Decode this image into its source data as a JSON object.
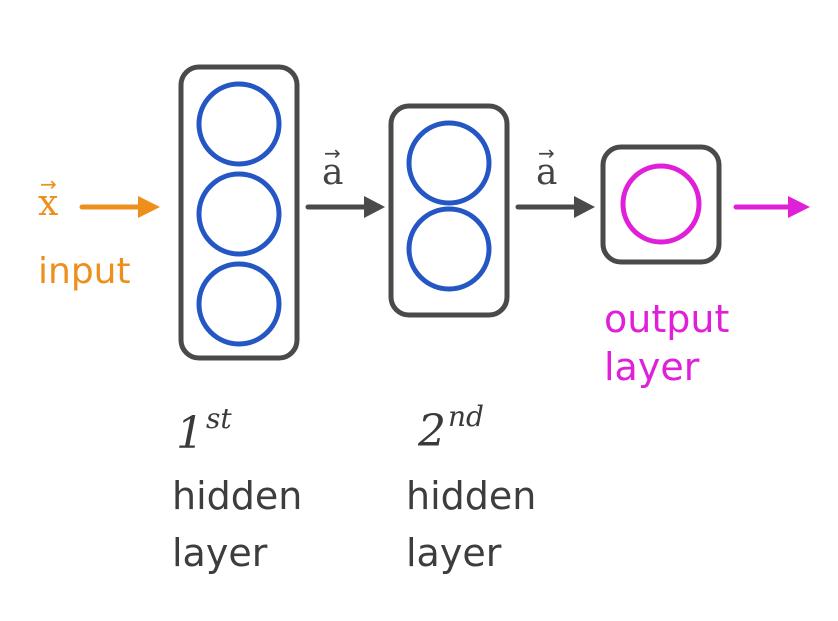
{
  "input": {
    "vector_symbol": "x",
    "label": "input"
  },
  "connections": [
    {
      "vector_symbol": "a"
    },
    {
      "vector_symbol": "a"
    }
  ],
  "hidden_layers": [
    {
      "ordinal_number": "1",
      "ordinal_suffix": "st",
      "label_line1": "hidden",
      "label_line2": "layer",
      "neurons": 3
    },
    {
      "ordinal_number": "2",
      "ordinal_suffix": "nd",
      "label_line1": "hidden",
      "label_line2": "layer",
      "neurons": 2
    }
  ],
  "output_layer": {
    "label_line1": "output",
    "label_line2": "layer",
    "neurons": 1
  },
  "colors": {
    "input": "#ee8f1c",
    "neuron": "#2456c4",
    "output": "#e020d8",
    "box": "#4a4a4a",
    "arrow": "#4a4a4a",
    "text": "#3d3d3d"
  },
  "icons": {
    "vector_arrow": "→",
    "flow_arrow": "right-arrow-icon"
  }
}
